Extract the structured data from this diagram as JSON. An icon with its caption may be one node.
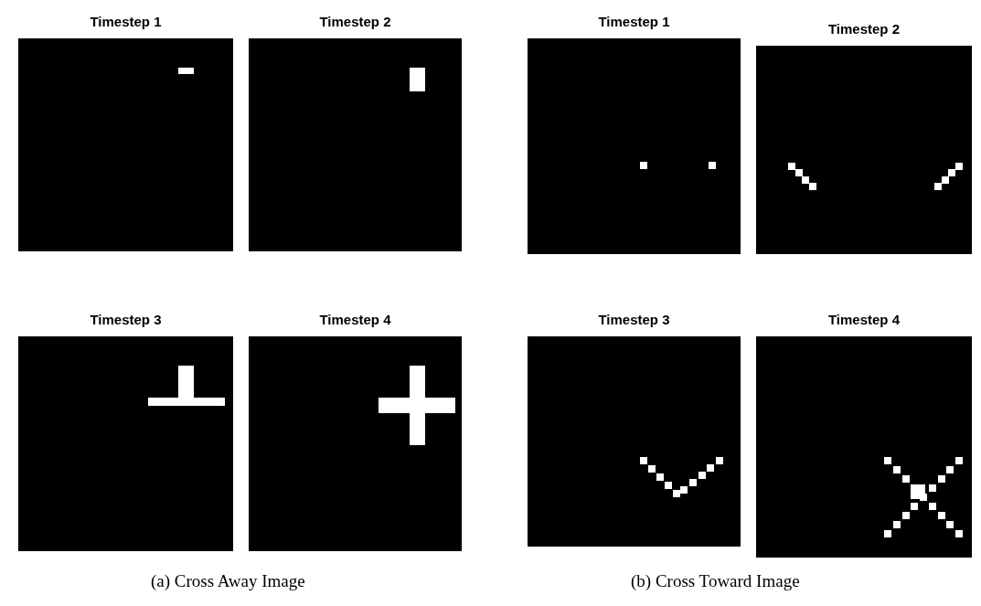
{
  "diagram": {
    "nodes": [
      {
        "text": [
          "Timestep 1"
        ]
      },
      {
        "text": [
          "Timestep 2"
        ]
      },
      {
        "text": [
          "Timestep 1"
        ]
      },
      {
        "text": [
          "Timestep 2"
        ]
      },
      {
        "text": [
          "Timestep 3"
        ]
      },
      {
        "text": [
          "Timestep 4"
        ]
      },
      {
        "text": [
          "Timestep 3"
        ]
      },
      {
        "text": [
          "Timestep 4"
        ]
      }
    ],
    "labels": [
      "(a) Cross Away Image",
      "(b) Cross Toward Image"
    ]
  }
}
